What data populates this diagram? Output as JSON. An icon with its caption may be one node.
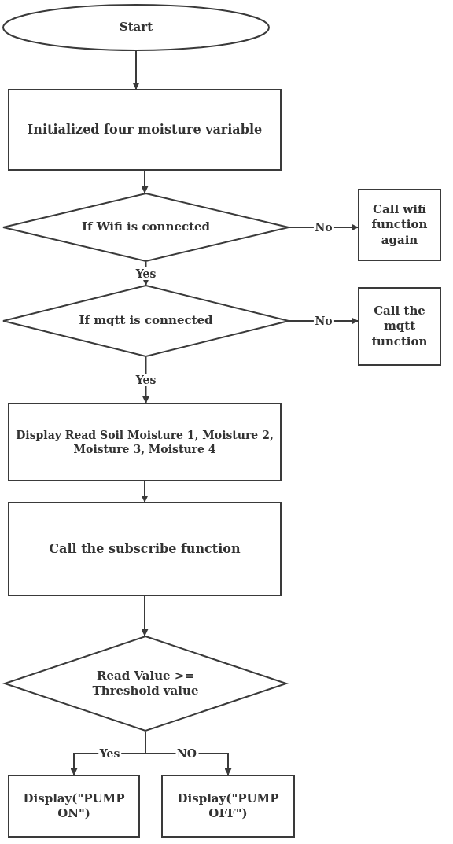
{
  "diagram": {
    "nodes": [
      {
        "text": [
          "Start"
        ]
      },
      {
        "text": [
          "Initialized four moisture variable"
        ]
      },
      {
        "text": [
          "If Wifi is connected"
        ]
      },
      {
        "text": [
          "Call wifi function again"
        ]
      },
      {
        "text": [
          "If mqtt is connected"
        ]
      },
      {
        "text": [
          "Call the mqtt function"
        ]
      },
      {
        "text": [
          "Display Read Soil Moisture 1, Moisture 2, Moisture 3, Moisture 4"
        ]
      },
      {
        "text": [
          "Call the subscribe function"
        ]
      },
      {
        "text": [
          "Read Value >= Threshold value"
        ]
      },
      {
        "text": [
          "Display(\"PUMP ON\")"
        ]
      },
      {
        "text": [
          "Display(\"PUMP OFF\")"
        ]
      }
    ],
    "edges": [
      {
        "from": 0,
        "to": 1,
        "arrow": "to"
      },
      {
        "from": 1,
        "to": 2,
        "arrow": "to"
      },
      {
        "from": 2,
        "to": 3,
        "arrow": "to",
        "label": "No"
      },
      {
        "from": 2,
        "to": 4,
        "arrow": "to",
        "label": "Yes"
      },
      {
        "from": 4,
        "to": 5,
        "arrow": "to",
        "label": "No"
      },
      {
        "from": 4,
        "to": 6,
        "arrow": "to",
        "label": "Yes"
      },
      {
        "from": 6,
        "to": 7,
        "arrow": "to"
      },
      {
        "from": 7,
        "to": 8,
        "arrow": "to"
      },
      {
        "from": 8,
        "to": 9,
        "arrow": "to",
        "label": "Yes"
      },
      {
        "from": 8,
        "to": 10,
        "arrow": "to",
        "label": "NO"
      }
    ]
  }
}
